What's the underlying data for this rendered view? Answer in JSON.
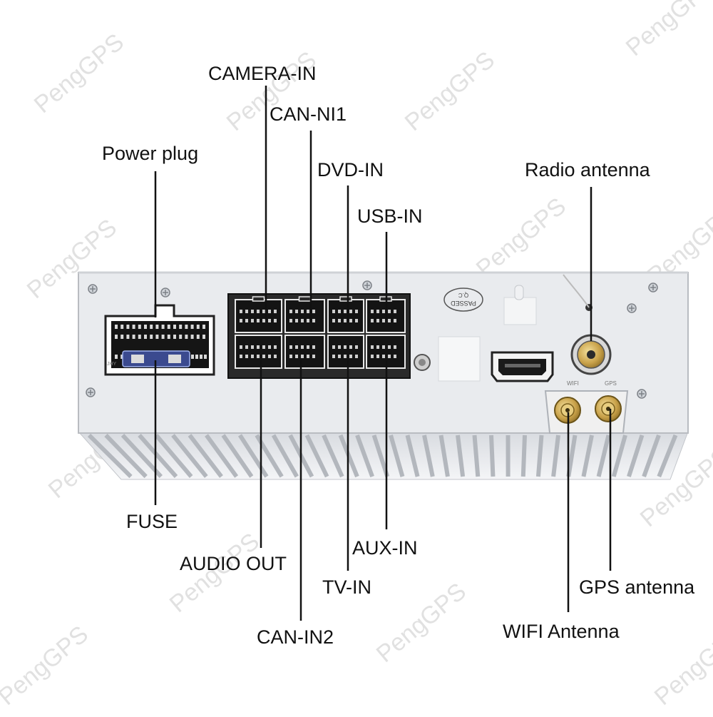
{
  "watermark": "PengGPS",
  "unit": {
    "fuse_marking": "JHY",
    "qc_stamp_line1": "PASSED",
    "qc_stamp_line2": "Q.C",
    "wifi_port_label": "WIFI",
    "gps_port_label": "GPS"
  },
  "callouts": {
    "camera_in": "CAMERA-IN",
    "can_ni1": "CAN-NI1",
    "power_plug": "Power plug",
    "dvd_in": "DVD-IN",
    "radio_antenna": "Radio antenna",
    "usb_in": "USB-IN",
    "fuse": "FUSE",
    "aux_in": "AUX-IN",
    "audio_out": "AUDIO OUT",
    "tv_in": "TV-IN",
    "gps_antenna": "GPS antenna",
    "wifi_antenna": "WIFI Antenna",
    "can_in2": "CAN-IN2"
  },
  "colors": {
    "chassis": "#e9ebee",
    "chassis_edge": "#b9bcc1",
    "connector_block": "#2a2a2a",
    "fuse": "#3b4a8f",
    "gold": "#c9a24a",
    "leader_line": "#111111"
  }
}
